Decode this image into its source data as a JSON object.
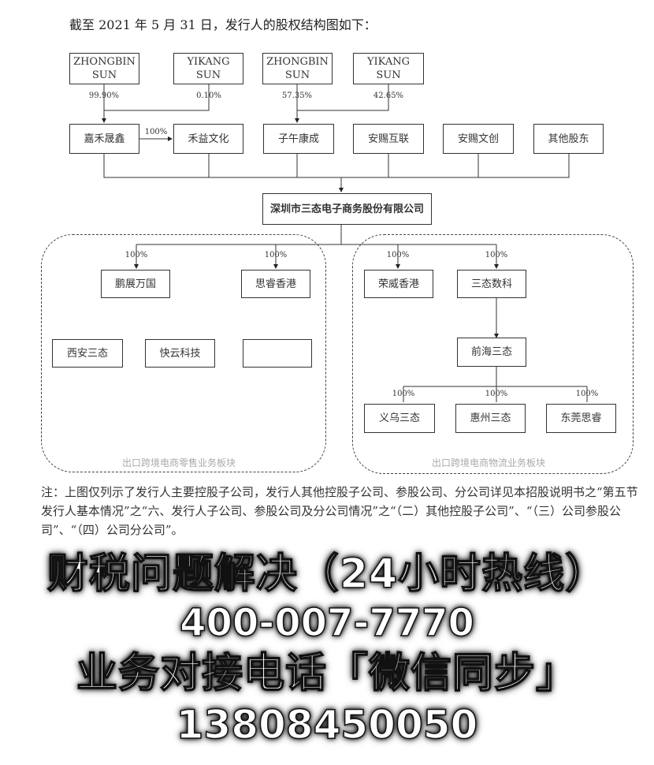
{
  "title": "截至 2021 年 5 月 31 日，发行人的股权结构图如下：",
  "shareholders": [
    {
      "name_l1": "ZHONGBIN",
      "name_l2": "SUN",
      "pct": "99.90%"
    },
    {
      "name_l1": "YIKANG",
      "name_l2": "SUN",
      "pct": "0.10%"
    },
    {
      "name_l1": "ZHONGBIN",
      "name_l2": "SUN",
      "pct": "57.35%"
    },
    {
      "name_l1": "YIKANG",
      "name_l2": "SUN",
      "pct": "42.65%"
    }
  ],
  "second_row": [
    "嘉禾晟鑫",
    "禾益文化",
    "子午康成",
    "安赐互联",
    "安赐文创",
    "其他股东"
  ],
  "jiahe_to_heyi_pct": "100%",
  "central": "深圳市三态电子商务股份有限公司",
  "retail": {
    "label": "出口跨境电商零售业务板块",
    "subs": [
      "鹏展万国",
      "思睿香港"
    ],
    "subsubs": [
      "西安三态",
      "快云科技"
    ],
    "pct": "100%"
  },
  "logistics": {
    "label": "出口跨境电商物流业务板块",
    "subs": [
      "荣威香港",
      "三态数科"
    ],
    "mid": "前海三态",
    "leaves": [
      "义乌三态",
      "惠州三态",
      "东莞思睿"
    ],
    "pct": "100%"
  },
  "note": "注：上图仅列示了发行人主要控股子公司，发行人其他控股子公司、参股公司、分公司详见本招股说明书之“第五节 发行人基本情况”之“六、发行人子公司、参股公司及分公司情况”之“（二）其他控股子公司”、“（三）公司参股公司”、“（四）公司分公司”。",
  "watermark": {
    "line1": "财税问题解决（24小时热线）",
    "line2": "400-007-7770",
    "line3": "业务对接电话「微信同步」",
    "line4": "13808450050"
  }
}
